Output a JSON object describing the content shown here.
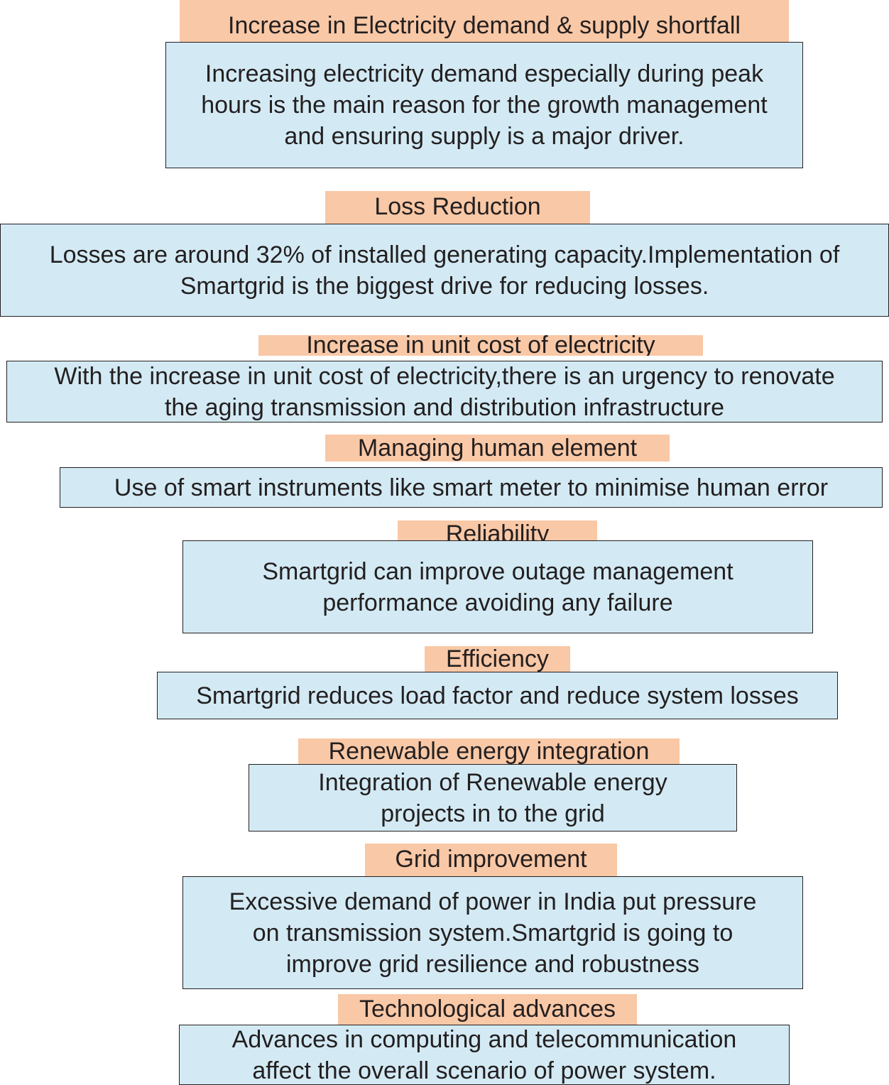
{
  "colors": {
    "header_fill": "#f9c8a6",
    "box_fill": "#d3eaf4",
    "border": "#231f20",
    "text": "#231f20"
  },
  "sections": [
    {
      "id": "demand",
      "title": "Increase in Electricity demand & supply shortfall",
      "lines": [
        "Increasing electricity demand especially during peak",
        "hours is the main reason for the growth management",
        "and ensuring supply is a major driver."
      ]
    },
    {
      "id": "loss",
      "title": "Loss Reduction",
      "lines": [
        "Losses are around 32% of installed generating capacity.Implementation of",
        "Smartgrid is the biggest drive for reducing losses."
      ]
    },
    {
      "id": "cost",
      "title": "Increase in unit cost of electricity",
      "lines": [
        "With the increase in unit cost of electricity,there is an urgency to renovate",
        "the aging transmission and distribution infrastructure"
      ]
    },
    {
      "id": "human",
      "title": "Managing human element",
      "lines": [
        "Use of smart instruments like smart meter to minimise human error"
      ]
    },
    {
      "id": "reliability",
      "title": "Reliability",
      "lines": [
        "Smartgrid can improve outage management",
        "performance avoiding any failure"
      ]
    },
    {
      "id": "efficiency",
      "title": "Efficiency",
      "lines": [
        "Smartgrid reduces load factor and reduce system losses"
      ]
    },
    {
      "id": "renewable",
      "title": "Renewable energy integration",
      "lines": [
        "Integration of Renewable energy",
        "projects in to the grid"
      ]
    },
    {
      "id": "grid",
      "title": "Grid improvement",
      "lines": [
        "Excessive demand of power in India put pressure",
        "on transmission system.Smartgrid is going to",
        "improve grid resilience and robustness"
      ]
    },
    {
      "id": "tech",
      "title": "Technological advances",
      "lines": [
        "Advances in computing and telecommunication",
        "affect the overall scenario of power system."
      ]
    }
  ]
}
